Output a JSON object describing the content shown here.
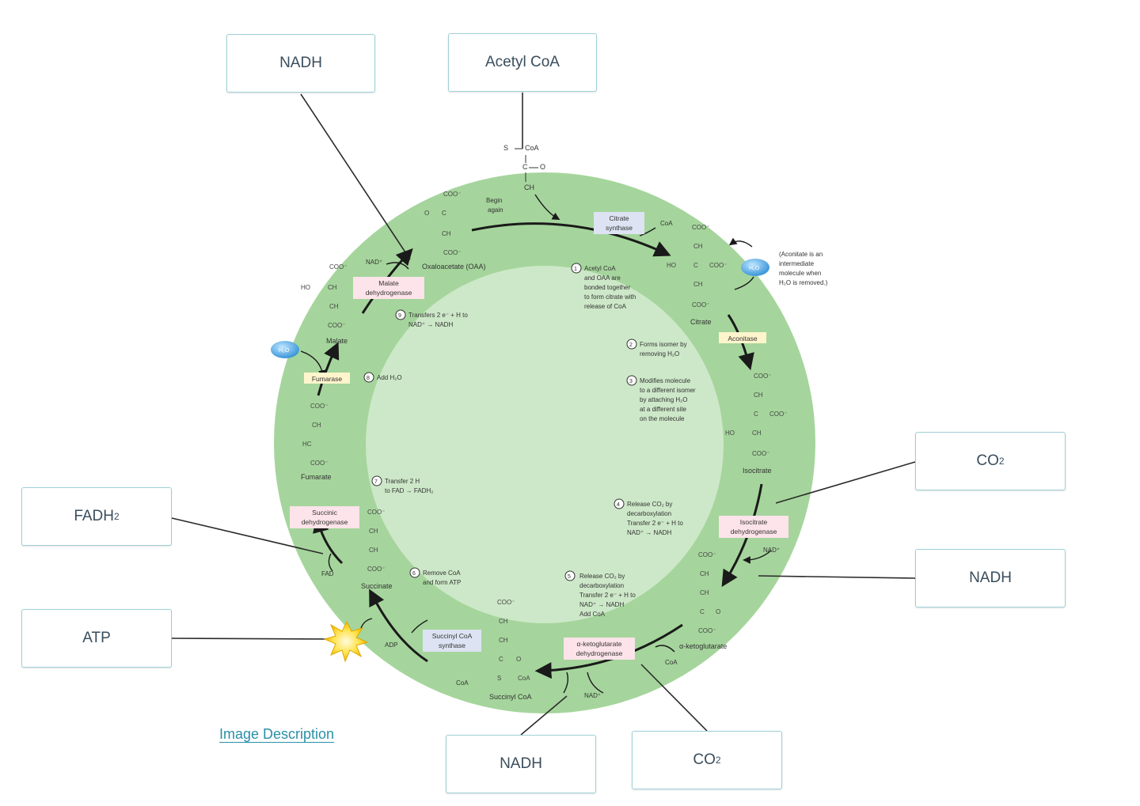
{
  "label_boxes": {
    "nadh_top": "NADH",
    "acetyl_coa": "Acetyl CoA",
    "co2_right": "CO",
    "nadh_right": "NADH",
    "fadh2": "FADH",
    "atp": "ATP",
    "nadh_bottom": "NADH",
    "co2_bottom": "CO",
    "subscript_2": "2"
  },
  "link": {
    "image_description": "Image Description"
  },
  "enzymes": {
    "citrate_synthase": [
      "Citrate",
      "synthase"
    ],
    "aconitase": "Aconitase",
    "isocitrate_dehydrogenase": [
      "Isocitrate",
      "dehydrogenase"
    ],
    "akg_dehydrogenase": [
      "α-ketoglutarate",
      "dehydrogenase"
    ],
    "succinyl_coa_synthase": [
      "Succinyl CoA",
      "synthase"
    ],
    "succinic_dehydrogenase": [
      "Succinic",
      "dehydrogenase"
    ],
    "fumarase": "Fumarase",
    "malate_dehydrogenase": [
      "Malate",
      "dehydrogenase"
    ]
  },
  "molecules": {
    "oxaloacetate": "Oxaloacetate (OAA)",
    "citrate": "Citrate",
    "isocitrate": "Isocitrate",
    "akg": "α-ketoglutarate",
    "succinyl_coa": "Succinyl CoA",
    "succinate": "Succinate",
    "fumarate": "Fumarate",
    "malate": "Malate"
  },
  "steps": {
    "s1": [
      "Acetyl CoA",
      "and OAA are",
      "bonded together",
      "to form citrate with",
      "release of CoA"
    ],
    "s2": [
      "Forms isomer by",
      "removing H₂O"
    ],
    "s3": [
      "Modifies molecule",
      "to a different isomer",
      "by attaching H₂O",
      "at a different site",
      "on the molecule"
    ],
    "s4": [
      "Release CO₂ by",
      "decarboxylation",
      "Transfer 2 e⁻ + H to",
      "NAD⁺ → NADH"
    ],
    "s5": [
      "Release CO₂ by",
      "decarboxylation",
      "Transfer 2 e⁻ + H to",
      "NAD⁺ → NADH",
      "Add CoA"
    ],
    "s6": [
      "Remove CoA",
      "and form ATP"
    ],
    "s7": [
      "Transfer 2 H",
      "to FAD → FADH₂"
    ],
    "s8": [
      "Add H₂O"
    ],
    "s9": [
      "Transfers 2 e⁻ + H to",
      "NAD⁺ → NADH"
    ]
  },
  "small_labels": {
    "begin_again": [
      "Begin",
      "again"
    ],
    "coa": "CoA",
    "nad_plus": "NAD⁺",
    "fad": "FAD",
    "adp": "ADP",
    "h2o": "H₂O",
    "aconitate_note": [
      "(Aconitate is an",
      "intermediate",
      "molecule when",
      "H₂O is removed.)"
    ]
  },
  "colors": {
    "outer_ring": "#a5d59c",
    "inner_disk": "#cde8c8",
    "box_border": "#9fd0d8",
    "box_text": "#3a4d5c",
    "link": "#2a8fa8",
    "enzyme_pink": "#fde3ea",
    "enzyme_blue": "#dde3f2",
    "enzyme_yellow": "#fff5cc",
    "water_blue": "#4aa8e0",
    "atp_star": "#ffd800"
  }
}
